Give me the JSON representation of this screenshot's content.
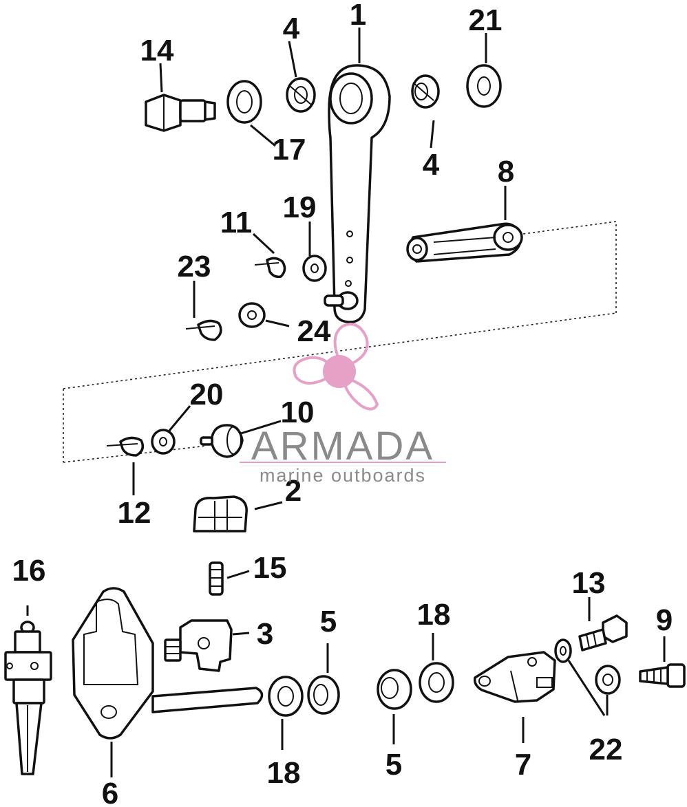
{
  "callouts": {
    "c1": "1",
    "c2": "2",
    "c3": "3",
    "c4a": "4",
    "c4b": "4",
    "c5a": "5",
    "c5b": "5",
    "c6": "6",
    "c7": "7",
    "c8": "8",
    "c9": "9",
    "c10": "10",
    "c11": "11",
    "c12": "12",
    "c13": "13",
    "c14": "14",
    "c15": "15",
    "c16": "16",
    "c17": "17",
    "c18a": "18",
    "c18b": "18",
    "c19": "19",
    "c20": "20",
    "c21": "21",
    "c22": "22",
    "c23": "23",
    "c24": "24"
  },
  "watermark": {
    "brand": "ARMADA",
    "tagline": "marine outboards",
    "brand_color": "#e6a2c6",
    "text_color": "#8a8a8a",
    "logo_icon": "propeller-icon"
  }
}
